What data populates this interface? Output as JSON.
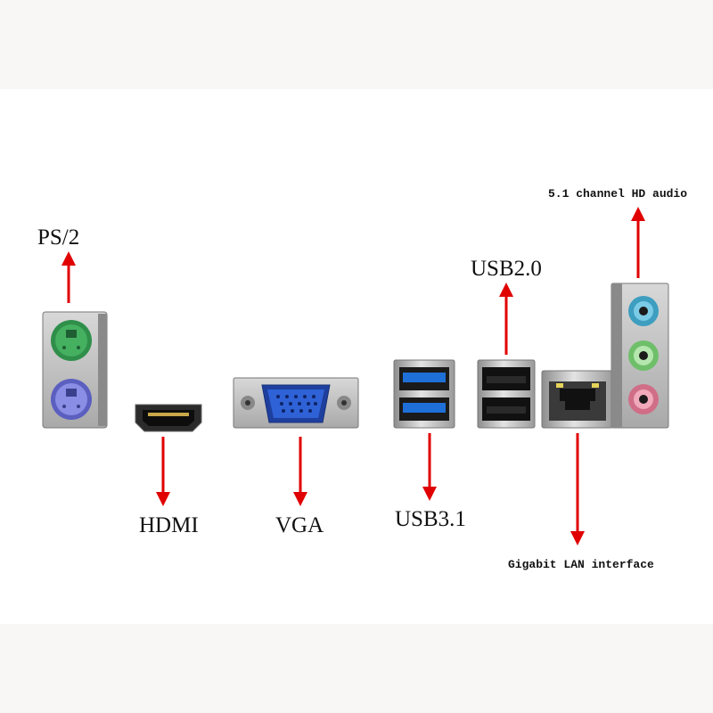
{
  "labels": {
    "ps2": "PS/2",
    "hdmi": "HDMI",
    "vga": "VGA",
    "usb31": "USB3.1",
    "usb20": "USB2.0",
    "audio": "5.1 channel HD audio",
    "lan": "Gigabit LAN interface"
  },
  "colors": {
    "arrow": "#e00000",
    "ps2_mouse": "#3aa55a",
    "ps2_keyboard": "#7b7fd9",
    "usb3_blue": "#1f6fd8",
    "audio_blue": "#5ab7d6",
    "audio_green": "#8fd18a",
    "audio_pink": "#e08aa0",
    "vga_blue": "#2a57c9",
    "metal": "#b9b9b9"
  }
}
